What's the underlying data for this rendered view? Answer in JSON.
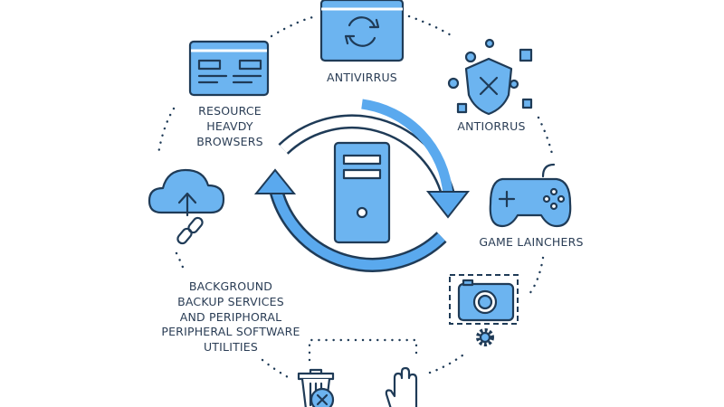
{
  "labels": {
    "antivirus_top": "ANTIVIRRUS",
    "antivirus_shield": "ANTIORRUS",
    "browsers": [
      "RESOURCE",
      "HEAVDY",
      "BROWSERS"
    ],
    "game": "GAME LAINCHERS",
    "background": [
      "BACKGROUND",
      "BACKUP SERVICES",
      "AND PERIPHORAL",
      "PERIPHERAL SOFTWARE",
      "UTILITIES"
    ]
  },
  "colors": {
    "accent": "#6cb4f0",
    "stroke": "#1f3b57",
    "arrow": "#5aa9ee"
  }
}
